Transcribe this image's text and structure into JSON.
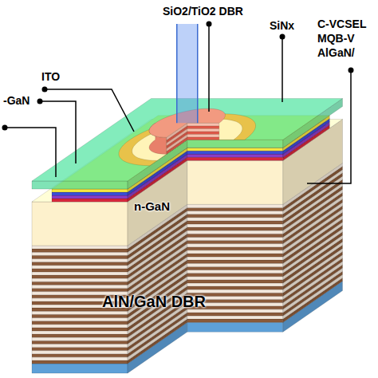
{
  "diagram": {
    "labels": [
      "SiO2/TiO2 DBR",
      "SiNx",
      "ITO",
      "-GaN",
      "C-VCSEL",
      "MQB-V",
      "AlGaN/",
      "n-GaN",
      "AlN/GaN DBR"
    ]
  }
}
